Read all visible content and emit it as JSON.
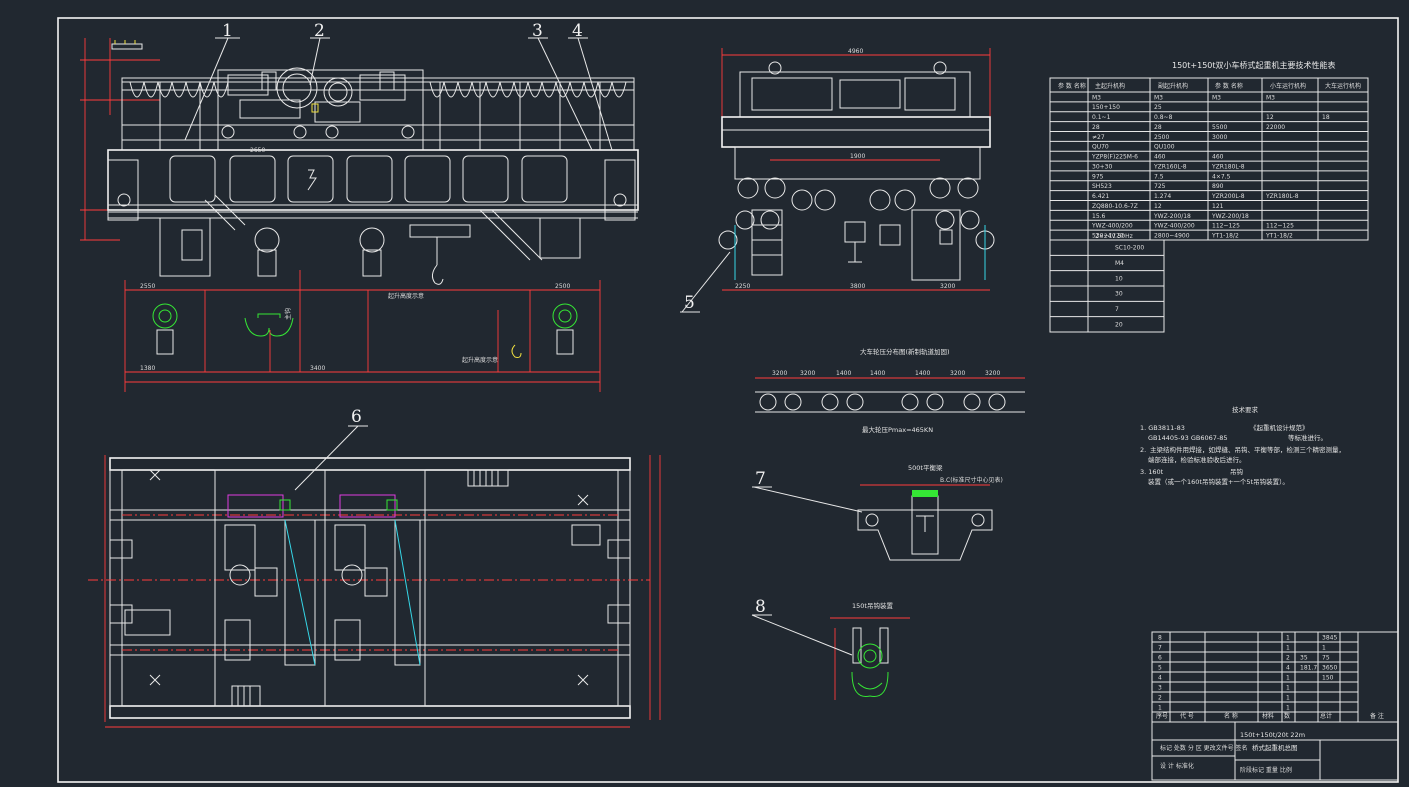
{
  "part_labels": [
    "1",
    "2",
    "3",
    "4",
    "5",
    "6",
    "7",
    "8"
  ],
  "drawing_stamp": "2×24V 50Hz",
  "crane_dim_labels": [
    "2650",
    "2550",
    "3400",
    "1380",
    "2500"
  ],
  "side_view_dims": [
    "4960",
    "1900",
    "2250",
    "3800",
    "3200"
  ],
  "rail_pressure": {
    "dims": [
      "3200",
      "3200",
      "1400",
      "1400",
      "1400",
      "3200",
      "3200"
    ]
  },
  "spec_table": {
    "rows": [
      [
        "M3",
        "M3",
        "M3",
        "M3"
      ],
      [
        "150+150",
        "25",
        "",
        "",
        ""
      ],
      [
        "0.1~1",
        "0.8~8",
        "",
        "12",
        "18"
      ],
      [
        "28",
        "28",
        "5500",
        "22000"
      ],
      [
        "≠27",
        "2500",
        "3000"
      ],
      [
        "QU70",
        "QU100"
      ],
      [
        "YZP8(F)225M-6",
        "460",
        "460"
      ],
      [
        "30+30",
        "YZR160L-8",
        "YZR180L-8"
      ],
      [
        "975",
        "7.5",
        "4×7.5"
      ],
      [
        "SH523",
        "725",
        "890"
      ],
      [
        "6.421",
        "1.274",
        "YZR200L-8",
        "YZR180L-8"
      ],
      [
        "ZQ880-10.6-7Z",
        "12",
        "121"
      ],
      [
        "15.6",
        "YWZ-200/18",
        "YWZ-200/18"
      ],
      [
        "YWZ-400/200",
        "YWZ-400/200",
        "112~125",
        "112~125"
      ],
      [
        "530~1120",
        "2800~4900",
        "YT1-18/2",
        "YT1-18/2"
      ]
    ],
    "lower_rows": [
      [
        "SC10-200"
      ],
      [
        "M4"
      ],
      [
        "10"
      ],
      [
        "30"
      ],
      [
        "7"
      ],
      [
        "20"
      ]
    ]
  },
  "notes": {
    "lines": [
      "1.          GB3811-83",
      "GB14405-93          GB6067-85",
      "2.",
      "3.          160t"
    ]
  },
  "parts_list": {
    "rows": [
      [
        "8",
        "",
        "",
        "",
        "1",
        "",
        "3845"
      ],
      [
        "7",
        "",
        "",
        "",
        "1",
        "",
        "1"
      ],
      [
        "6",
        "",
        "",
        "",
        "2",
        "35",
        "75"
      ],
      [
        "5",
        "",
        "",
        "",
        "4",
        "181.7",
        "3650"
      ],
      [
        "4",
        "",
        "",
        "",
        "1",
        "",
        "150"
      ],
      [
        "3",
        "",
        "",
        "",
        "1",
        "",
        ""
      ],
      [
        "2",
        "",
        "",
        "",
        "1",
        "",
        ""
      ],
      [
        "1",
        "",
        "",
        "",
        "1",
        "",
        ""
      ]
    ]
  },
  "title_block": {
    "name_line1": "150t+150t/20t  22m"
  }
}
